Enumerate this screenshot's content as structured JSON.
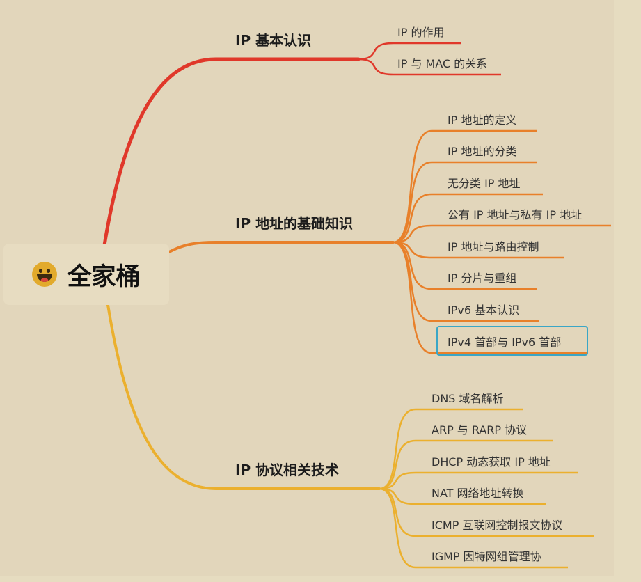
{
  "root": {
    "title": "全家桶",
    "icon": "grinning-face-icon"
  },
  "colors": {
    "branch1": "#e0382a",
    "branch2": "#e8802a",
    "branch3": "#ebb02e",
    "selection": "#3aa6c6"
  },
  "branches": [
    {
      "title": "IP 基本认识",
      "children": [
        "IP 的作用",
        "IP 与 MAC 的关系"
      ]
    },
    {
      "title": "IP 地址的基础知识",
      "children": [
        "IP 地址的定义",
        "IP 地址的分类",
        "无分类 IP 地址",
        "公有 IP 地址与私有 IP 地址",
        "IP 地址与路由控制",
        "IP 分片与重组",
        "IPv6 基本认识",
        "IPv4 首部与 IPv6 首部"
      ]
    },
    {
      "title": "IP 协议相关技术",
      "children": [
        "DNS 域名解析",
        "ARP 与 RARP 协议",
        "DHCP 动态获取 IP 地址",
        "NAT 网络地址转换",
        "ICMP 互联网控制报文协议",
        "IGMP 因特网组管理协"
      ]
    }
  ]
}
